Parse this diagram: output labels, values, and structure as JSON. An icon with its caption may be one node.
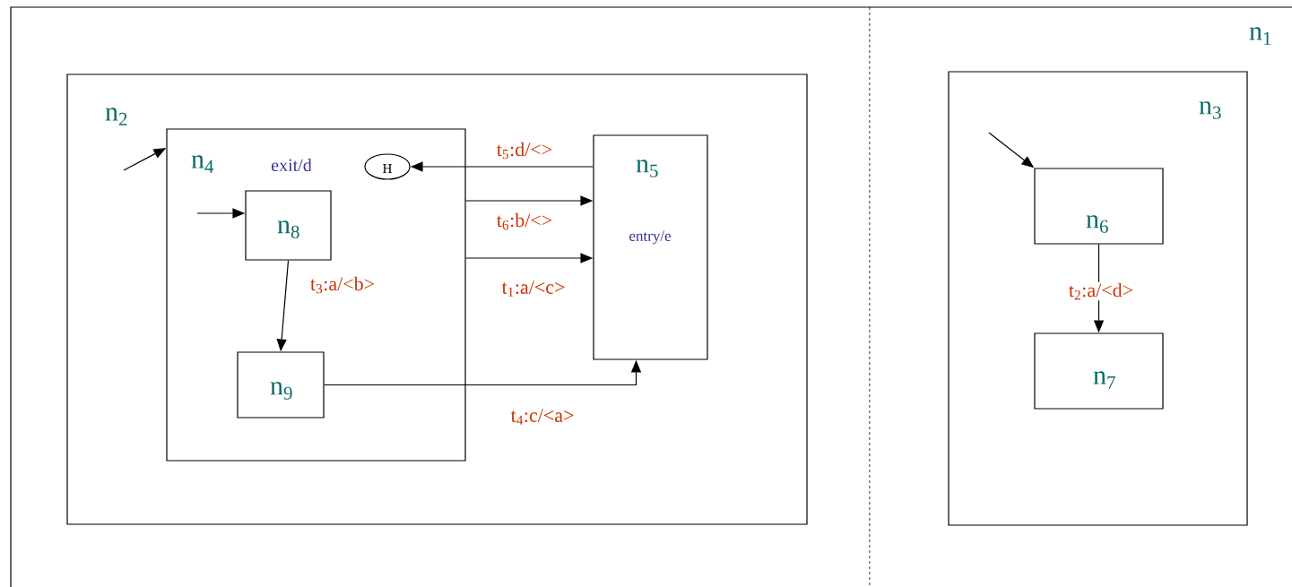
{
  "diagram": {
    "nodes": [
      {
        "text": [
          "n$_{1}$"
        ]
      },
      {
        "text": [
          "n$_{2}$"
        ],
        "in": 0
      },
      {
        "text": [
          "n$_{3}$"
        ],
        "in": 0
      },
      {
        "text": [
          "n$_{4}$",
          "exit/d"
        ],
        "in": 1
      },
      {
        "text": [
          "n$_{5}$",
          "entry/e"
        ],
        "in": 1
      },
      {
        "text": [
          "H"
        ],
        "in": 3
      },
      {
        "text": [
          "n$_{8}$"
        ],
        "in": 3
      },
      {
        "text": [
          "n$_{9}$"
        ],
        "in": 3
      },
      {
        "text": [
          "n$_{6}$"
        ],
        "in": 2
      },
      {
        "text": [
          "n$_{7}$"
        ],
        "in": 2
      }
    ],
    "edges": [
      {
        "from": null,
        "to": 3,
        "arrow": "to"
      },
      {
        "from": null,
        "to": 6,
        "arrow": "to"
      },
      {
        "from": null,
        "to": 8,
        "arrow": "to"
      },
      {
        "from": 4,
        "to": 5,
        "arrow": "to",
        "label": "t$_{5}$:d/<>"
      },
      {
        "from": 3,
        "to": 4,
        "arrow": "to",
        "label": "t$_{6}$:b/<>"
      },
      {
        "from": 3,
        "to": 4,
        "arrow": "to",
        "label": "t$_{1}$:a/<c>"
      },
      {
        "from": 6,
        "to": 7,
        "arrow": "to",
        "label": "t$_{3}$:a/<b>"
      },
      {
        "from": 7,
        "to": 4,
        "arrow": "to",
        "label": "t$_{4}$:c/<a>"
      },
      {
        "from": 8,
        "to": 9,
        "arrow": "to",
        "label": "t$_{2}$:a/<d>"
      }
    ]
  }
}
